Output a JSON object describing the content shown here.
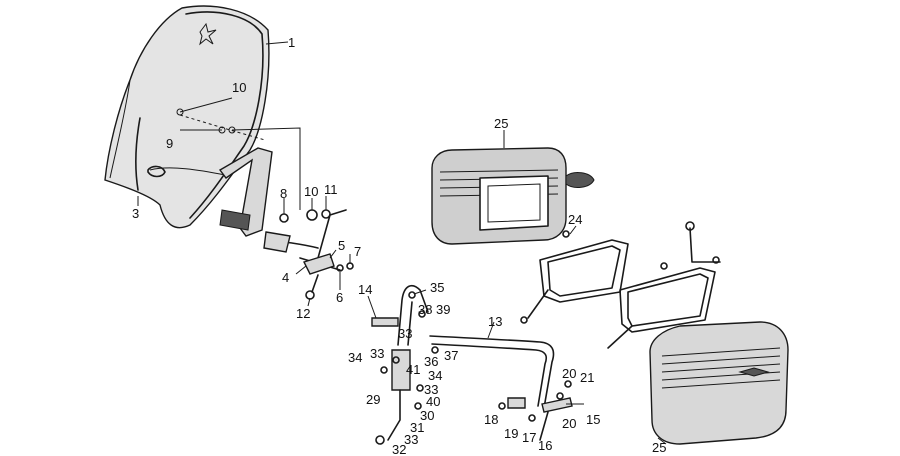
{
  "callouts": [
    {
      "id": "c1",
      "text": "1"
    },
    {
      "id": "c3",
      "text": "3"
    },
    {
      "id": "c10a",
      "text": "10"
    },
    {
      "id": "c9",
      "text": "9"
    },
    {
      "id": "c8",
      "text": "8"
    },
    {
      "id": "c10b",
      "text": "10"
    },
    {
      "id": "c11",
      "text": "11"
    },
    {
      "id": "c5",
      "text": "5"
    },
    {
      "id": "c7",
      "text": "7"
    },
    {
      "id": "c4",
      "text": "4"
    },
    {
      "id": "c6",
      "text": "6"
    },
    {
      "id": "c12",
      "text": "12"
    },
    {
      "id": "c14",
      "text": "14"
    },
    {
      "id": "c35",
      "text": "35"
    },
    {
      "id": "c38",
      "text": "38"
    },
    {
      "id": "c39",
      "text": "39"
    },
    {
      "id": "c13",
      "text": "13"
    },
    {
      "id": "c33a",
      "text": "33"
    },
    {
      "id": "c34a",
      "text": "34"
    },
    {
      "id": "c33b",
      "text": "33"
    },
    {
      "id": "c36",
      "text": "36"
    },
    {
      "id": "c37",
      "text": "37"
    },
    {
      "id": "c41",
      "text": "41"
    },
    {
      "id": "c34b",
      "text": "34"
    },
    {
      "id": "c33c",
      "text": "33"
    },
    {
      "id": "c29",
      "text": "29"
    },
    {
      "id": "c40",
      "text": "40"
    },
    {
      "id": "c30",
      "text": "30"
    },
    {
      "id": "c31",
      "text": "31"
    },
    {
      "id": "c33d",
      "text": "33"
    },
    {
      "id": "c32",
      "text": "32"
    },
    {
      "id": "c25a",
      "text": "25"
    },
    {
      "id": "c24",
      "text": "24"
    },
    {
      "id": "c20a",
      "text": "20"
    },
    {
      "id": "c21",
      "text": "21"
    },
    {
      "id": "c18",
      "text": "18"
    },
    {
      "id": "c19",
      "text": "19"
    },
    {
      "id": "c17",
      "text": "17"
    },
    {
      "id": "c16",
      "text": "16"
    },
    {
      "id": "c20b",
      "text": "20"
    },
    {
      "id": "c15",
      "text": "15"
    },
    {
      "id": "c25b",
      "text": "25"
    }
  ]
}
